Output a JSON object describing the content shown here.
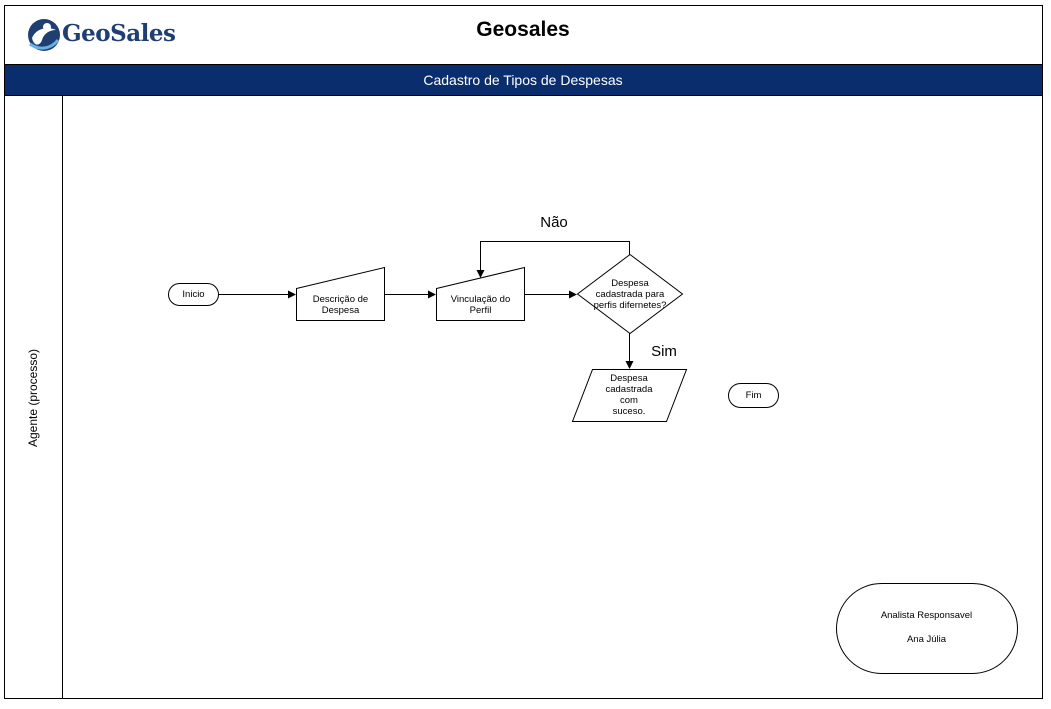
{
  "header": {
    "logo_text": "GeoSales",
    "title": "Geosales",
    "banner": "Cadastro de Tipos de Despesas"
  },
  "lane": {
    "label": "Agente (processo)"
  },
  "nodes": {
    "inicio": "Inicio",
    "descricao_line1": "Descrição de",
    "descricao_line2": "Despesa",
    "vinculacao_line1": "Vinculação do",
    "vinculacao_line2": "Perfil",
    "decisao_line1": "Despesa",
    "decisao_line2": "cadastrada para",
    "decisao_line3": "perfis difernetes?",
    "sucesso_line1": "Despesa",
    "sucesso_line2": "cadastrada",
    "sucesso_line3": "com",
    "sucesso_line4": "suceso.",
    "fim": "Fim"
  },
  "edges": {
    "nao": "Não",
    "sim": "Sim"
  },
  "responsavel": {
    "title": "Analista Responsavel",
    "name": "Ana Júlia"
  },
  "colors": {
    "banner": "#0a2d6e",
    "brand": "#1f3f73"
  }
}
